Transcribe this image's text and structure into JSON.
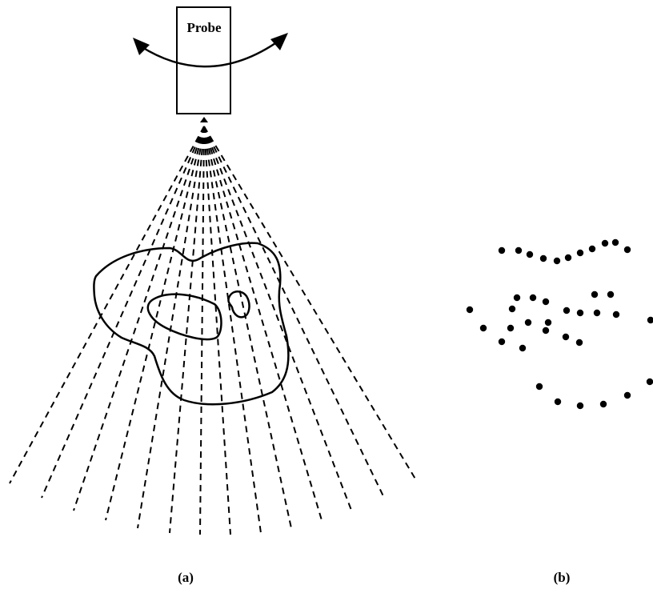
{
  "probe": {
    "label": "Probe"
  },
  "panels": [
    {
      "id": "a",
      "caption": "(a)"
    },
    {
      "id": "b",
      "caption": "(b)"
    }
  ],
  "colors": {
    "ink": "#000000",
    "background": "#ffffff"
  }
}
